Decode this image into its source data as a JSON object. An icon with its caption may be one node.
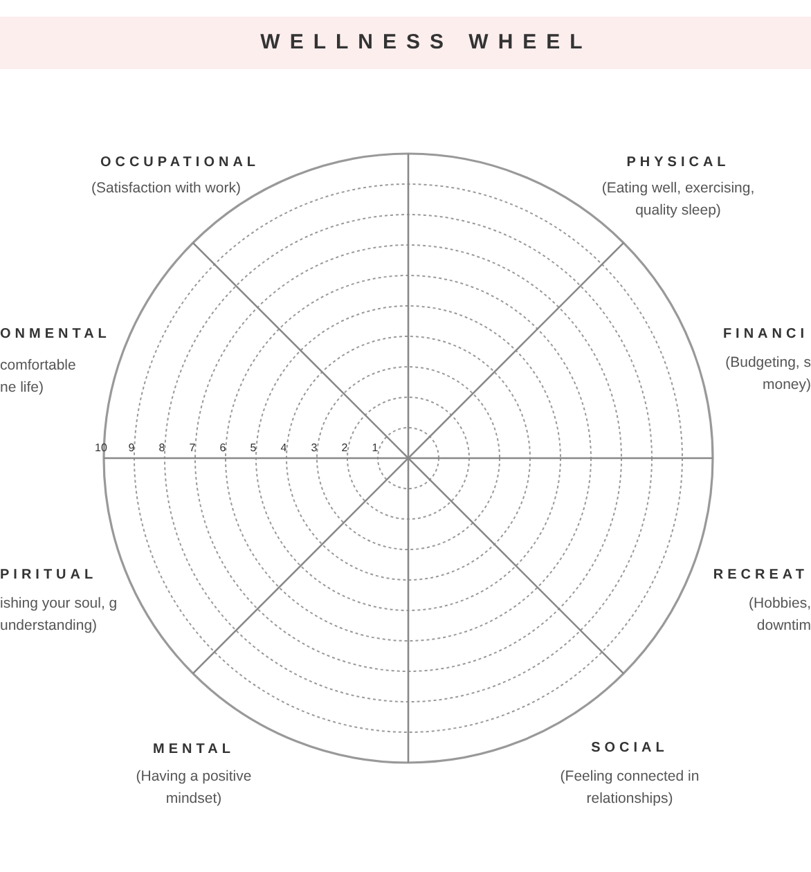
{
  "diagram": {
    "title": "WELLNESS WHEEL",
    "labels": [
      "OCCUPATIONAL",
      "(Satisfaction with work)",
      "PHYSICAL",
      "(Eating well, exercising, quality sleep)",
      "ONMENTAL",
      "comfortable ne life)",
      "FINANCI",
      "(Budgeting, s money)",
      "10",
      "9",
      "8",
      "7",
      "6",
      "5",
      "4",
      "3",
      "2",
      "1",
      "PIRITUAL",
      "ishing your soul, g understanding)",
      "RECREAT",
      "(Hobbies, downtim",
      "MENTAL",
      "(Having a positive mindset)",
      "SOCIAL",
      "(Feeling connected in relationships)"
    ]
  }
}
